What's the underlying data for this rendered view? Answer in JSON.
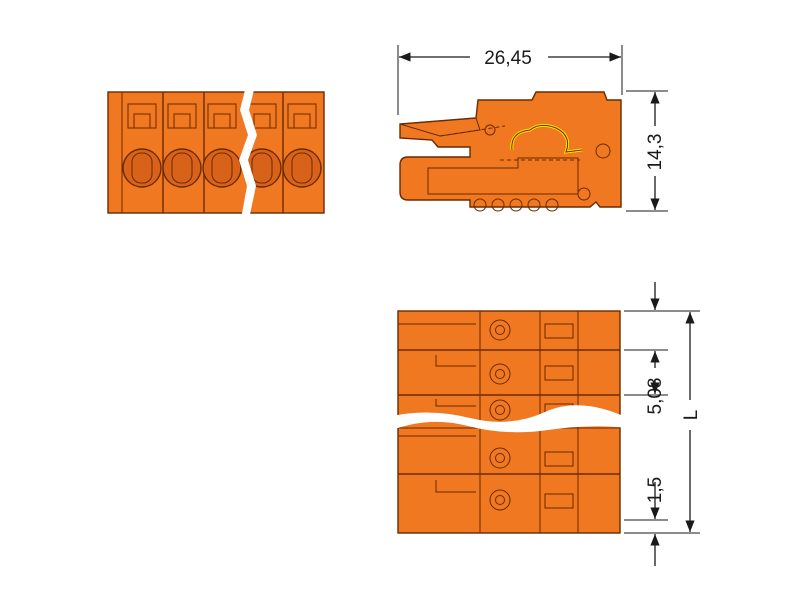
{
  "colors": {
    "body": "#f07820",
    "body_dark": "#d8621a",
    "edge": "#6b2a00",
    "contact_yellow": "#ffe600",
    "slot_yellow": "#ffdd00",
    "insert": "#f7b98a",
    "background": "#ffffff",
    "dimension": "#1a1a1a"
  },
  "dimensions": {
    "width": "26,45",
    "height": "14,3",
    "pitch": "5,08",
    "length": "L",
    "offset": "1,5"
  }
}
